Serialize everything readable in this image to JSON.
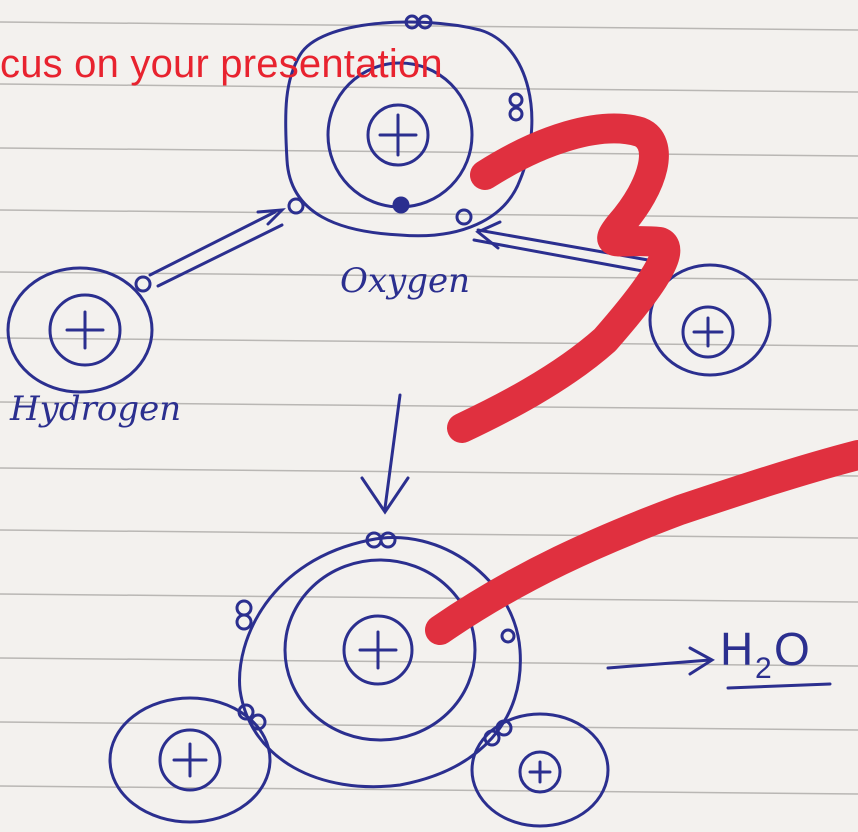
{
  "overlay": {
    "banner_text": "cus on your presentation",
    "banner_color": "#e8232f",
    "marker_color": "#e0303f",
    "marker_mark": "3"
  },
  "notebook": {
    "paper_color": "#f3f1ee",
    "rule_color": "#b9b7b4",
    "ink_color": "#2b2f8f"
  },
  "labels": {
    "oxygen": "Oxygen",
    "hydrogen": "Hydrogen",
    "nucleus_sign": "+",
    "product_arrow": "→",
    "formula_main": "H",
    "formula_subscript": "2",
    "formula_tail": "O"
  }
}
